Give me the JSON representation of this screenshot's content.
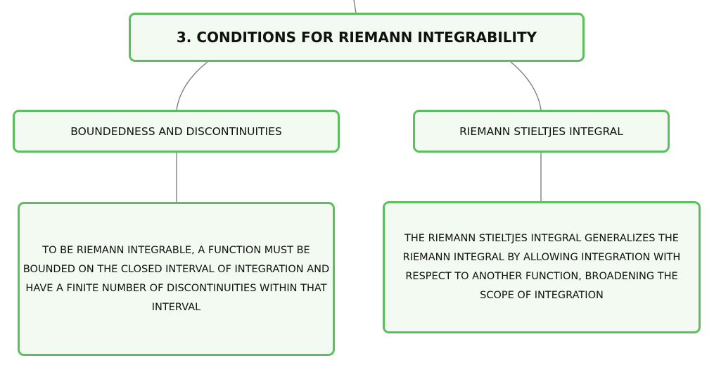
{
  "root": {
    "title": "3. CONDITIONS FOR RIEMANN INTEGRABILITY"
  },
  "branches": [
    {
      "title": "BOUNDEDNESS AND DISCONTINUITIES",
      "detail": "TO BE RIEMANN INTEGRABLE, A FUNCTION MUST BE BOUNDED ON THE CLOSED INTERVAL OF INTEGRATION AND HAVE A FINITE NUMBER OF DISCONTINUITIES WITHIN THAT INTERVAL"
    },
    {
      "title": "RIEMANN STIELTJES INTEGRAL",
      "detail": "THE RIEMANN STIELTJES INTEGRAL GENERALIZES THE RIEMANN INTEGRAL BY ALLOWING INTEGRATION WITH RESPECT TO ANOTHER FUNCTION, BROADENING THE SCOPE OF INTEGRATION"
    }
  ],
  "colors": {
    "node_border": "#5bbf5e",
    "node_fill": "#f2faf1",
    "connector": "#777777",
    "text": "#111111"
  }
}
